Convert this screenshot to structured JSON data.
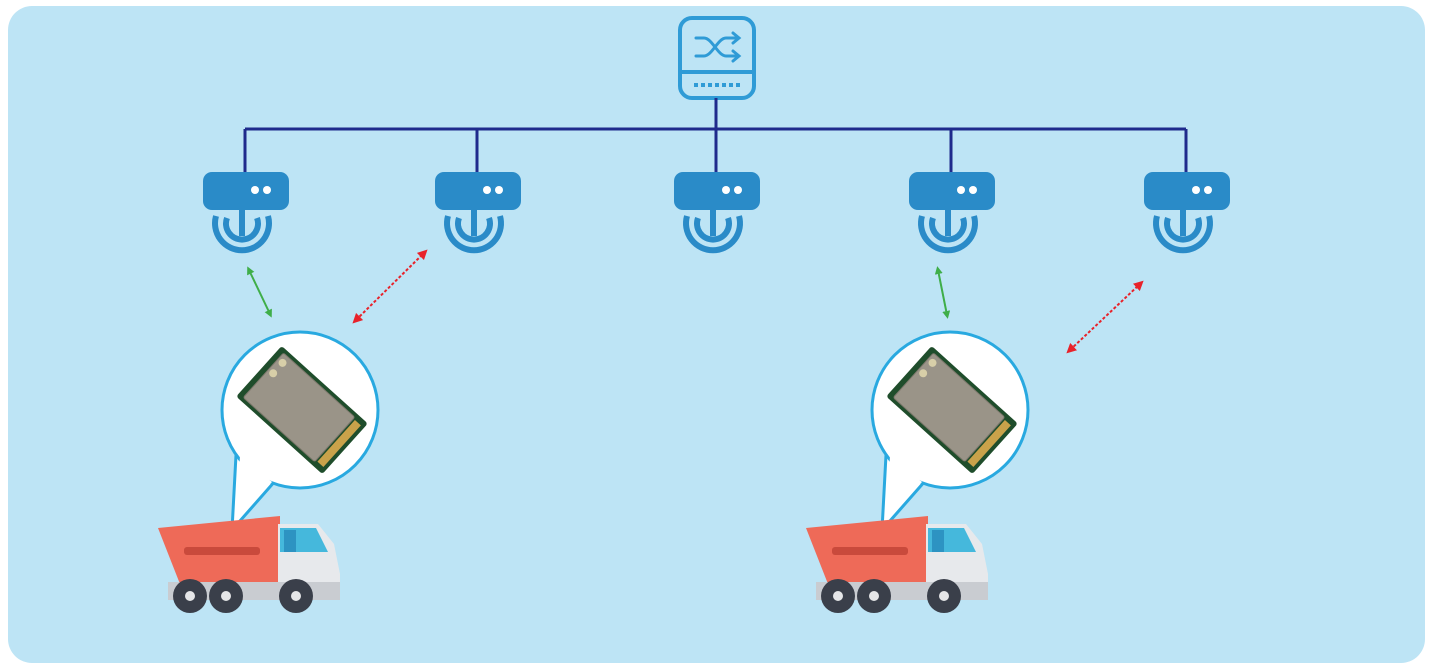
{
  "colors": {
    "panel_bg": "#bde4f5",
    "bus_line": "#1f2a8c",
    "device_blue": "#2a8bc8",
    "switch_outline": "#2f9bd6",
    "link_good": "#3fae49",
    "link_bad": "#e8222a",
    "bubble_stroke": "#29a9e0",
    "truck_body": "#ee6a58",
    "truck_cab": "#e7e9ec",
    "truck_window": "#45b8dc",
    "wheel": "#3a3f4a",
    "card_pcb": "#9a9488"
  },
  "nodes": {
    "switch": {
      "icon": "network-switch-icon"
    },
    "access_points": [
      {
        "id": "ap-1",
        "icon": "wireless-access-point-icon"
      },
      {
        "id": "ap-2",
        "icon": "wireless-access-point-icon"
      },
      {
        "id": "ap-3",
        "icon": "wireless-access-point-icon"
      },
      {
        "id": "ap-4",
        "icon": "wireless-access-point-icon"
      },
      {
        "id": "ap-5",
        "icon": "wireless-access-point-icon"
      }
    ],
    "vehicles": [
      {
        "id": "truck-1",
        "icon": "dump-truck-icon",
        "module": "mini-pcie-wifi-card-icon"
      },
      {
        "id": "truck-2",
        "icon": "dump-truck-icon",
        "module": "mini-pcie-wifi-card-icon"
      }
    ]
  },
  "links": [
    {
      "from": "truck-1",
      "to": "ap-1",
      "status": "connected",
      "style": "solid-green-arrow"
    },
    {
      "from": "truck-1",
      "to": "ap-2",
      "status": "roaming",
      "style": "dotted-red-arrow"
    },
    {
      "from": "truck-2",
      "to": "ap-4",
      "status": "connected",
      "style": "solid-green-arrow"
    },
    {
      "from": "truck-2",
      "to": "ap-5",
      "status": "roaming",
      "style": "dotted-red-arrow"
    }
  ]
}
